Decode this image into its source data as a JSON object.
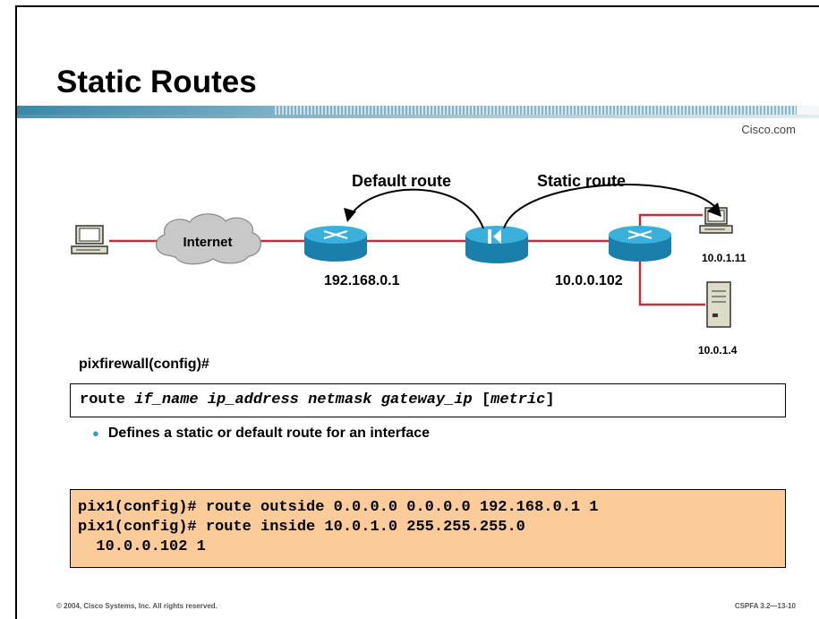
{
  "title": "Static Routes",
  "brand": "Cisco.com",
  "diagram": {
    "default_route_label": "Default route",
    "static_route_label": "Static route",
    "internet_label": "Internet",
    "outside_router_ip": "192.168.0.1",
    "inside_router_ip": "10.0.0.102",
    "host_ip": "10.0.1.11",
    "server_ip": "10.0.1.4"
  },
  "prompt": "pixfirewall(config)#",
  "syntax": {
    "cmd": "route",
    "if_name": "if_name",
    "ip_address": "ip_address",
    "netmask": "netmask",
    "gateway_ip": "gateway_ip",
    "metric_open": "[",
    "metric": "metric",
    "metric_close": "]"
  },
  "bullet": "Defines a static or default route for an interface",
  "example_lines": [
    "pix1(config)# route outside 0.0.0.0 0.0.0.0 192.168.0.1 1",
    "pix1(config)# route inside 10.0.1.0 255.255.255.0",
    "  10.0.0.102 1"
  ],
  "footer_left": "© 2004, Cisco Systems, Inc. All rights reserved.",
  "footer_right": "CSPFA 3.2—13-10",
  "colors": {
    "link": "#c0303a",
    "device": "#2a9bc8",
    "example_bg": "#fccb9a"
  }
}
